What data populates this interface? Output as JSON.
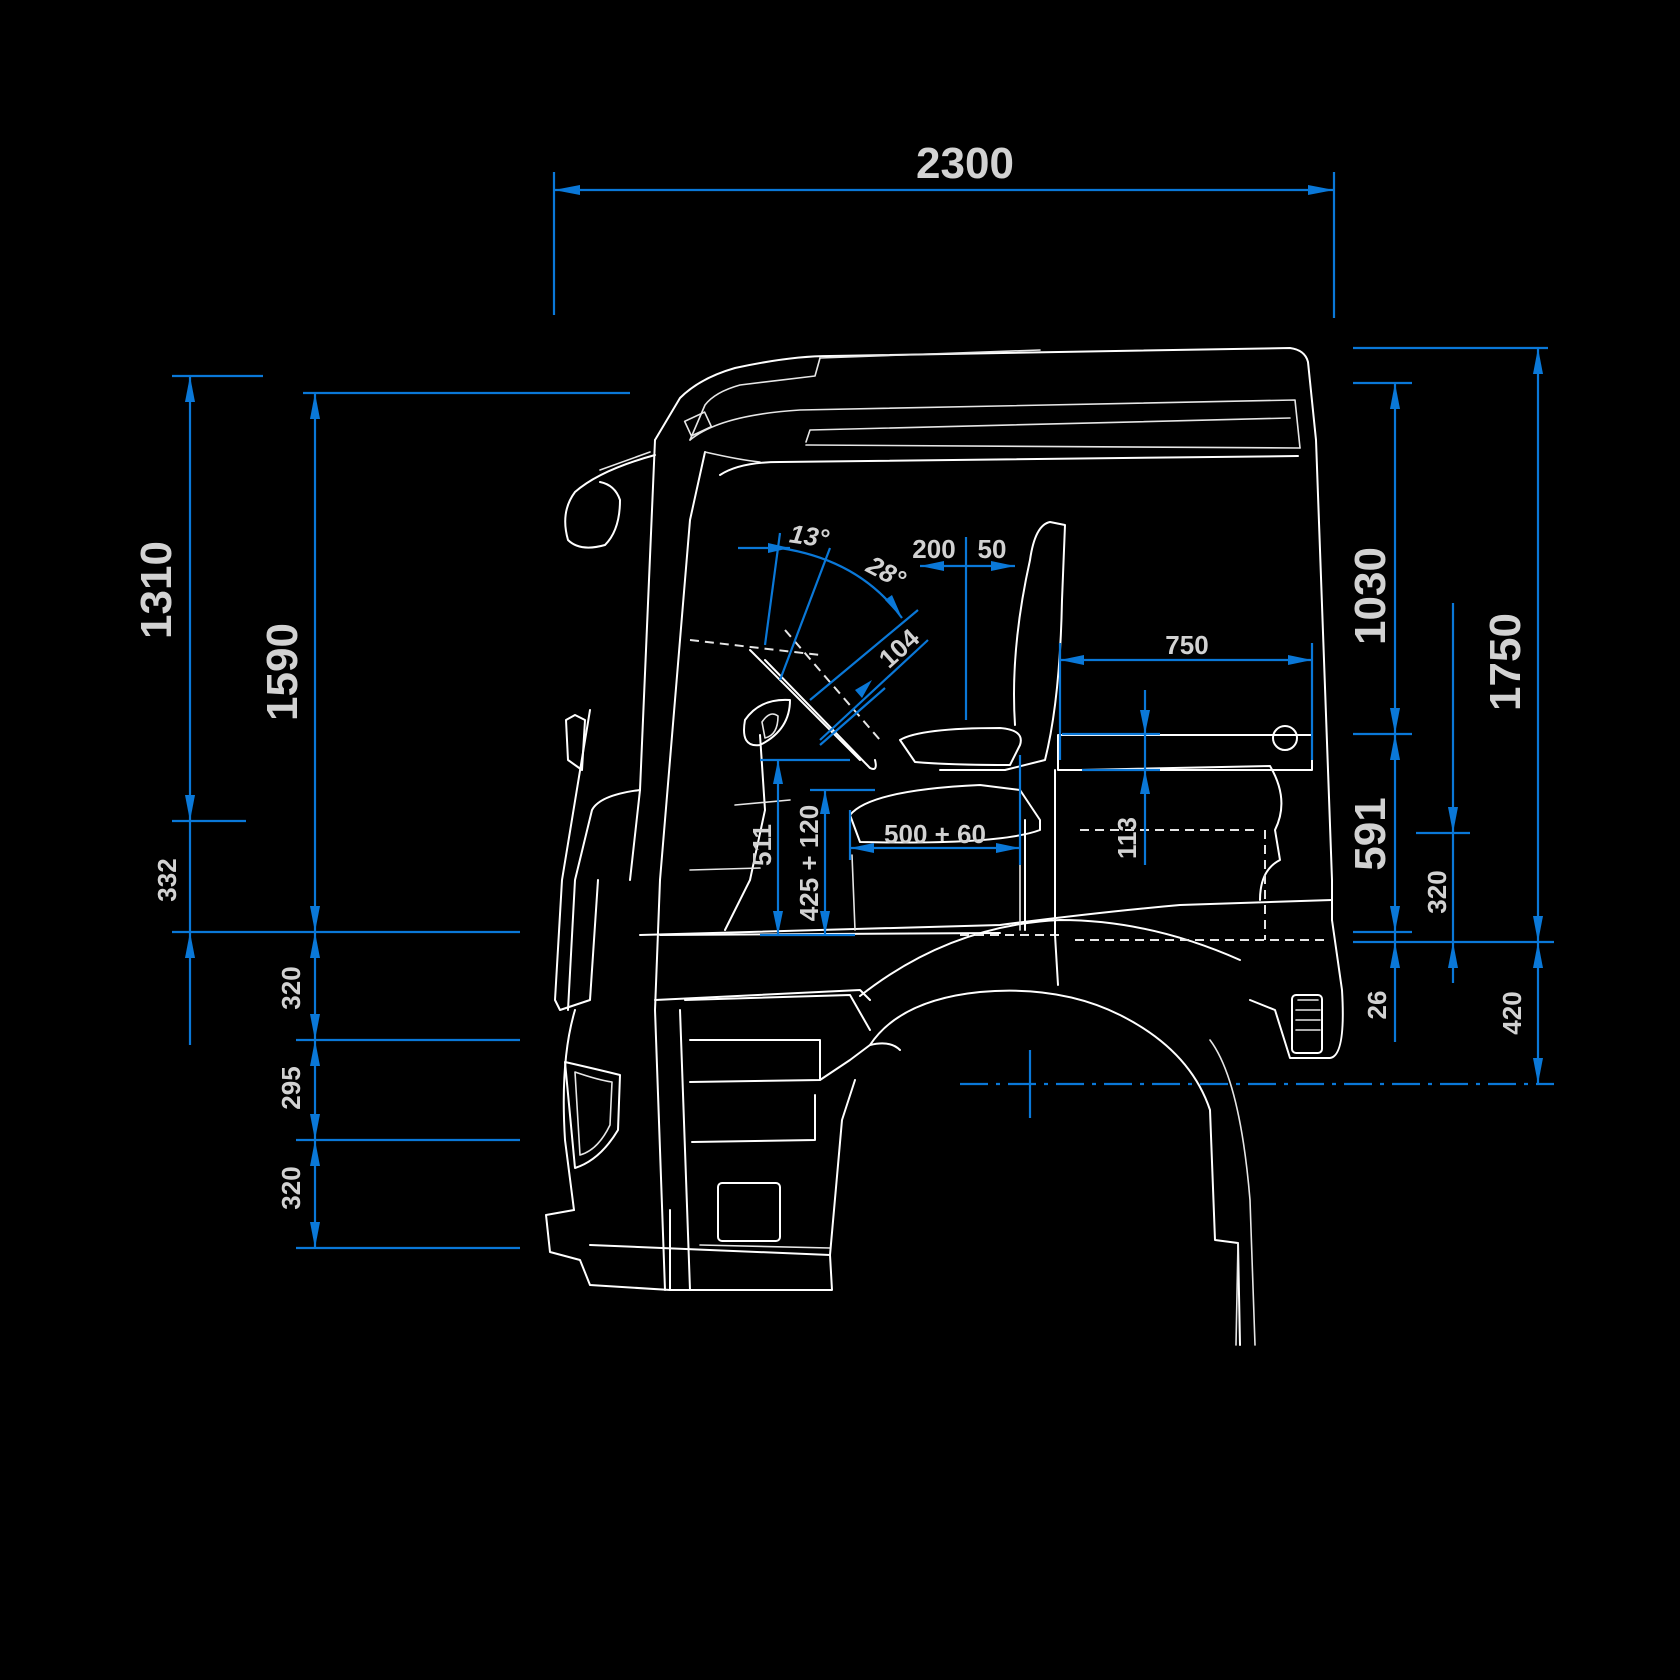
{
  "dimensions": {
    "overall_length": "2300",
    "left_outer_height": "1310",
    "left_main_height": "1590",
    "left_lower_332": "332",
    "left_step_1": "320",
    "left_step_2": "295",
    "left_step_3": "320",
    "right_overall_height": "1750",
    "right_upper_height": "1030",
    "right_middle_height": "591",
    "right_inner_320": "320",
    "right_26": "26",
    "right_420": "420",
    "steering_angle_13": "13°",
    "steering_angle_28": "28°",
    "steering_adjust_104": "104",
    "seat_fore_200": "200",
    "seat_aft_50": "50",
    "bunk_width_750": "750",
    "bunk_height_113": "113",
    "seat_travel": "500 + 60",
    "seat_height_range": "425 + 120",
    "pedal_height_511": "511"
  },
  "colors": {
    "background": "#000000",
    "dimension_lines": "#0a78d8",
    "outline": "#ffffff",
    "labels": "#d2d2d2"
  }
}
